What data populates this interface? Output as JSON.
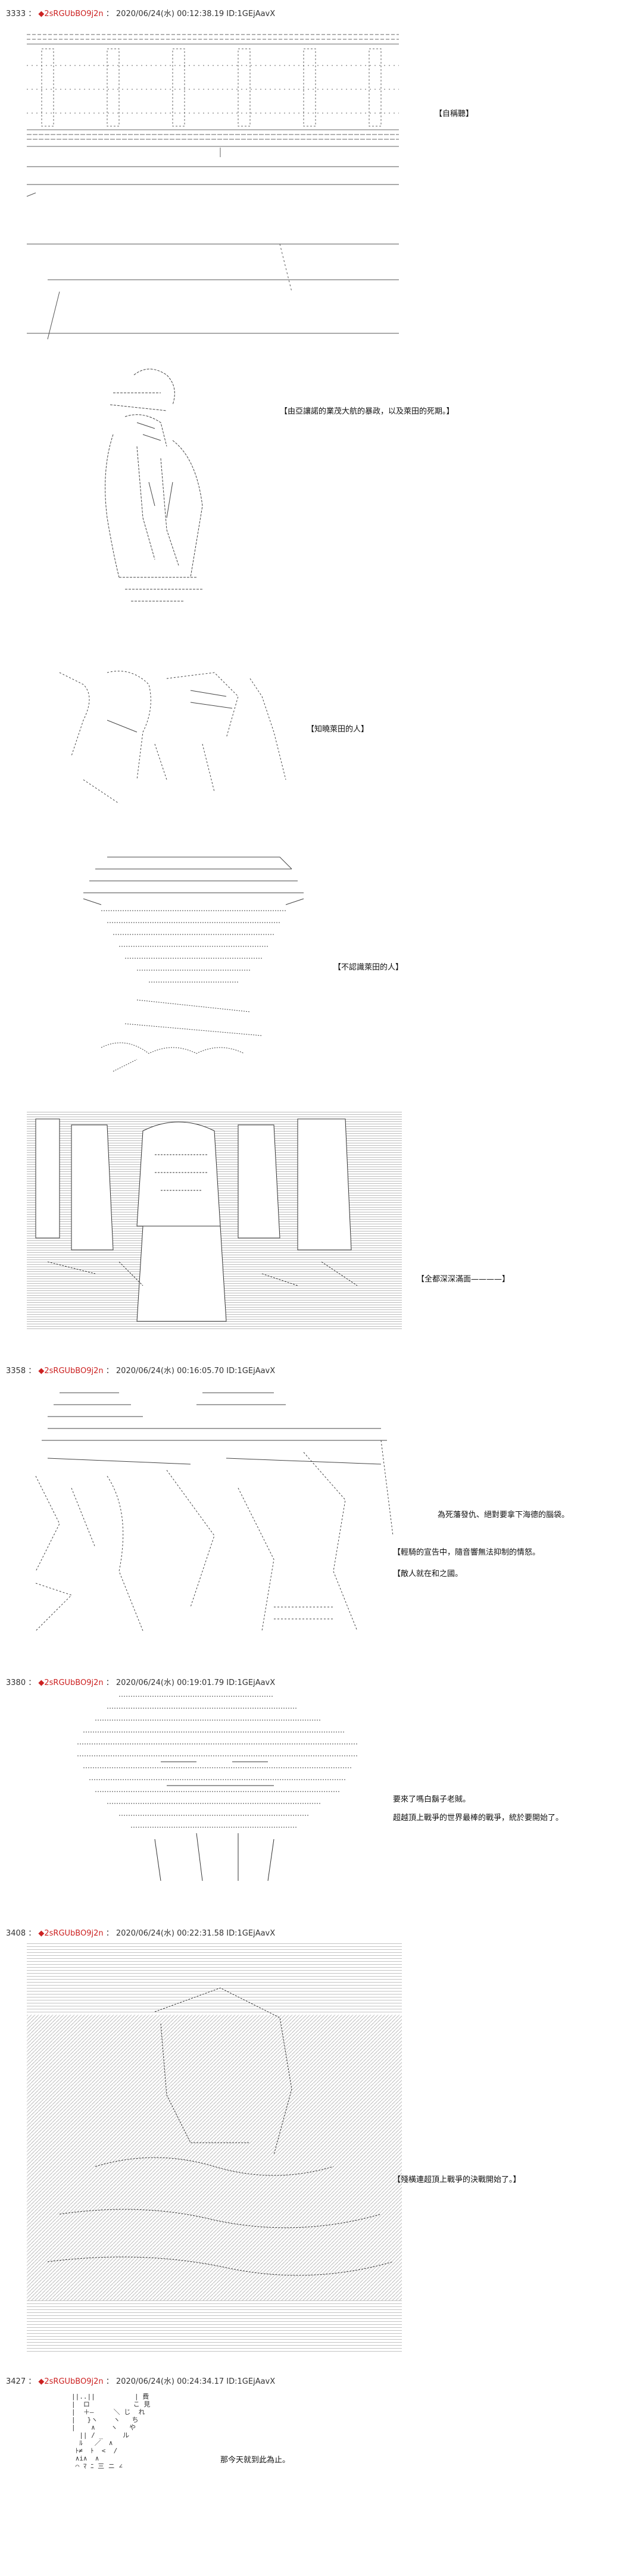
{
  "posts": [
    {
      "num": "3333",
      "trip": "◆2sRGUbBO9j2n",
      "sep": "：",
      "meta": "2020/06/24(水) 00:12:38.19 ID:1GEjAavX"
    },
    {
      "num": "3358",
      "trip": "◆2sRGUbBO9j2n",
      "sep": "：",
      "meta": "2020/06/24(水) 00:16:05.70 ID:1GEjAavX"
    },
    {
      "num": "3380",
      "trip": "◆2sRGUbBO9j2n",
      "sep": "：",
      "meta": "2020/06/24(水) 00:19:01.79 ID:1GEjAavX"
    },
    {
      "num": "3408",
      "trip": "◆2sRGUbBO9j2n",
      "sep": "：",
      "meta": "2020/06/24(水) 00:22:31.58 ID:1GEjAavX"
    },
    {
      "num": "3427",
      "trip": "◆2sRGUbBO9j2n",
      "sep": "：",
      "meta": "2020/06/24(水) 00:24:34.17 ID:1GEjAavX"
    }
  ],
  "captions": {
    "c1": "【自稱聽】",
    "c2": "【由亞讓諾的業茂大航的暴政，以及萊田的死期。】",
    "c3": "【知曉萊田的人】",
    "c4": "【不認識萊田的人】",
    "c5": "【全都深深滿面————】",
    "c6": "為死藩發仇、絕對要拿下海德的腦袋。",
    "c7": "【輕騎的宣告中，隨音響無法抑制的情怒。",
    "c8": "【敵人就在和之國。",
    "c9": "要來了嗎白鬍子老賊。",
    "c10": "超越頂上戰爭的世界最棒的戰爭，統於要開始了。",
    "c11": "【殘橫連超頂上戰爭的決戰開始了。】",
    "c12": "那今天就到此為止。"
  },
  "art": {
    "a3427": "||..||          | 費\n|  ロ           こ 見\n|  ＋—     ＼ じ  れ\n|   }ヽ    ヽ   ち  \n|    ∧    ヽ   や   \n  || / _     ル  \n  ﾙ   ／  ∧    \n ﾄ≠  ﾄ  <  /  \n ∧i∧  ∧   \n ⌒ ﾏ ﾆ 三 ニ ∠"
  }
}
